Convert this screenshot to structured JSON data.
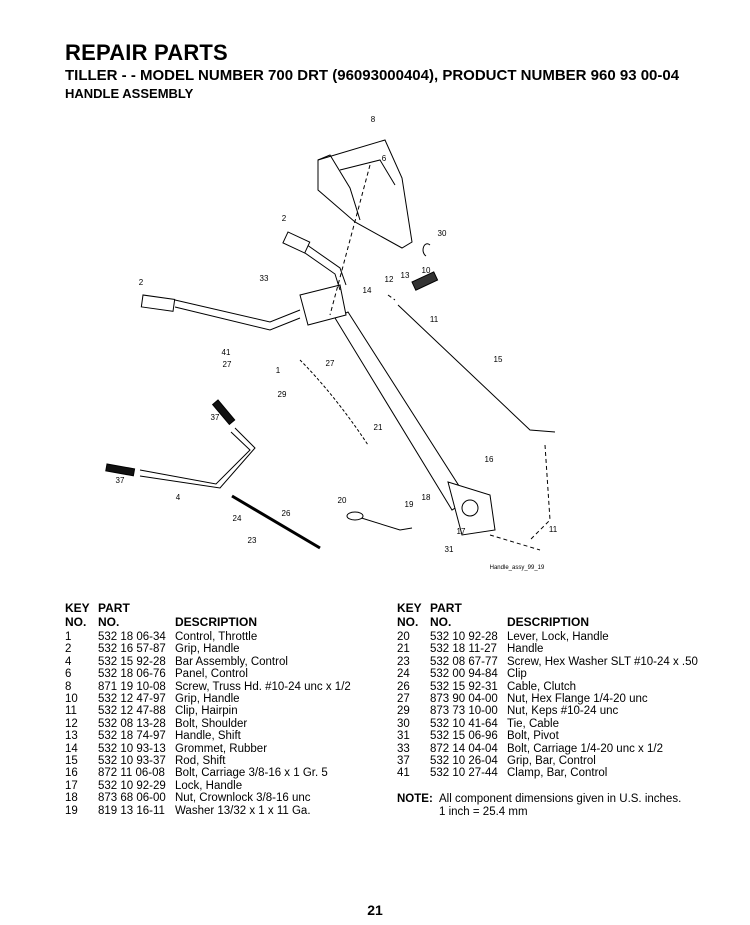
{
  "header": {
    "title": "REPAIR PARTS",
    "subtitle": "TILLER - - MODEL NUMBER 700 DRT (96093000404), PRODUCT NUMBER 960 93 00-04",
    "section": "HANDLE ASSEMBLY"
  },
  "diagram": {
    "caption": "Handle_assy_99_19",
    "callouts": [
      "8",
      "6",
      "30",
      "2",
      "33",
      "12",
      "13",
      "10",
      "2",
      "14",
      "11",
      "15",
      "41",
      "27",
      "27",
      "1",
      "29",
      "21",
      "37",
      "16",
      "37",
      "4",
      "20",
      "19",
      "18",
      "24",
      "26",
      "17",
      "11",
      "23",
      "31"
    ]
  },
  "columns": {
    "key": "KEY",
    "no": "NO.",
    "part": "PART",
    "part_no": "NO.",
    "description": "DESCRIPTION"
  },
  "parts_left": [
    {
      "key": "1",
      "part": "532 18 06-34",
      "desc": "Control, Throttle"
    },
    {
      "key": "2",
      "part": "532 16 57-87",
      "desc": "Grip, Handle"
    },
    {
      "key": "4",
      "part": "532 15 92-28",
      "desc": "Bar Assembly, Control"
    },
    {
      "key": "6",
      "part": "532 18 06-76",
      "desc": "Panel, Control"
    },
    {
      "key": "8",
      "part": "871 19 10-08",
      "desc": "Screw, Truss Hd. #10-24 unc x 1/2"
    },
    {
      "key": "10",
      "part": "532 12 47-97",
      "desc": "Grip, Handle"
    },
    {
      "key": "11",
      "part": "532 12 47-88",
      "desc": "Clip, Hairpin"
    },
    {
      "key": "12",
      "part": "532 08 13-28",
      "desc": "Bolt, Shoulder"
    },
    {
      "key": "13",
      "part": "532 18 74-97",
      "desc": "Handle, Shift"
    },
    {
      "key": "14",
      "part": "532 10 93-13",
      "desc": "Grommet, Rubber"
    },
    {
      "key": "15",
      "part": "532 10 93-37",
      "desc": "Rod, Shift"
    },
    {
      "key": "16",
      "part": "872 11 06-08",
      "desc": "Bolt, Carriage  3/8-16 x 1 Gr. 5"
    },
    {
      "key": "17",
      "part": "532 10 92-29",
      "desc": "Lock, Handle"
    },
    {
      "key": "18",
      "part": "873 68 06-00",
      "desc": "Nut, Crownlock 3/8-16 unc"
    },
    {
      "key": "19",
      "part": "819 13 16-11",
      "desc": "Washer  13/32 x 1 x 11 Ga."
    }
  ],
  "parts_right": [
    {
      "key": "20",
      "part": "532 10 92-28",
      "desc": "Lever, Lock, Handle"
    },
    {
      "key": "21",
      "part": "532 18 11-27",
      "desc": "Handle"
    },
    {
      "key": "23",
      "part": "532 08 67-77",
      "desc": "Screw, Hex Washer SLT #10-24 x .50"
    },
    {
      "key": "24",
      "part": "532 00 94-84",
      "desc": "Clip"
    },
    {
      "key": "26",
      "part": "532 15 92-31",
      "desc": "Cable, Clutch"
    },
    {
      "key": "27",
      "part": "873 90 04-00",
      "desc": "Nut, Hex  Flange 1/4-20 unc"
    },
    {
      "key": "29",
      "part": "873 73 10-00",
      "desc": "Nut, Keps  #10-24 unc"
    },
    {
      "key": "30",
      "part": "532 10 41-64",
      "desc": "Tie, Cable"
    },
    {
      "key": "31",
      "part": "532 15 06-96",
      "desc": "Bolt, Pivot"
    },
    {
      "key": "33",
      "part": "872 14 04-04",
      "desc": "Bolt, Carriage  1/4-20 unc x 1/2"
    },
    {
      "key": "37",
      "part": "532 10 26-04",
      "desc": "Grip, Bar, Control"
    },
    {
      "key": "41",
      "part": "532 10 27-44",
      "desc": "Clamp, Bar, Control"
    }
  ],
  "note": {
    "label": "NOTE:",
    "line1": "All component dimensions given in U.S. inches.",
    "line2": "1 inch = 25.4 mm"
  },
  "page_number": "21"
}
